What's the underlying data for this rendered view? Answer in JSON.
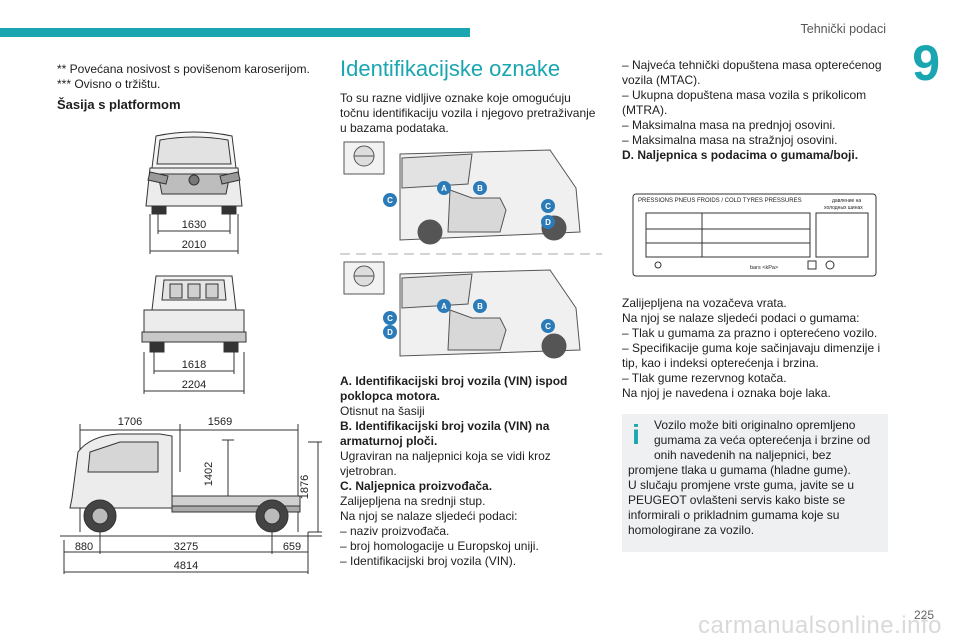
{
  "header": {
    "title": "Tehnički podaci",
    "chapter": "9"
  },
  "col1": {
    "note1": "** Povećana nosivost s povišenom karoserijom.",
    "note2": "*** Ovisno o tržištu.",
    "heading": "Šasija s platformom",
    "fig_front": {
      "dim1": "1630",
      "dim2": "2010"
    },
    "fig_rear": {
      "dim1": "1618",
      "dim2": "2204"
    },
    "fig_side": {
      "top1": "1706",
      "top2": "1569",
      "height1": "1402",
      "height2": "1876",
      "bottom1": "880",
      "bottom2": "3275",
      "bottom3": "659",
      "total": "4814"
    }
  },
  "col2": {
    "title": "Identifikacijske oznake",
    "intro": "To su razne vidljive oznake koje omogućuju točnu identifikaciju vozila i njegovo pretraživanje u bazama podataka.",
    "markers": {
      "a": "A",
      "b": "B",
      "c": "C",
      "d": "D"
    },
    "lines": [
      {
        "text": "A. Identifikacijski broj vozila (VIN) ispod poklopca motora.",
        "bold": true
      },
      {
        "text": "Otisnut na šasiji",
        "bold": false
      },
      {
        "text": "B. Identifikacijski broj vozila (VIN) na armaturnoj ploči.",
        "bold": true
      },
      {
        "text": "Ugraviran na naljepnici koja se vidi kroz vjetrobran.",
        "bold": false
      },
      {
        "text": "C. Naljepnica proizvođača.",
        "bold": true
      },
      {
        "text": "Zalijepljena na srednji stup.",
        "bold": false
      },
      {
        "text": "Na njoj se nalaze sljedeći podaci:",
        "bold": false
      },
      {
        "text": "–  naziv proizvođača.",
        "bold": false
      },
      {
        "text": "–  broj homologacije u Europskoj uniji.",
        "bold": false
      },
      {
        "text": "–  Identifikacijski broj vozila (VIN).",
        "bold": false
      }
    ]
  },
  "col3": {
    "lines_top": [
      {
        "text": "–  Najveća tehnički dopuštena masa opterećenog vozila (MTAC).",
        "bold": false
      },
      {
        "text": "–  Ukupna dopuštena masa vozila s prikolicom (MTRA).",
        "bold": false
      },
      {
        "text": "–  Maksimalna masa na prednjoj osovini.",
        "bold": false
      },
      {
        "text": "–  Maksimalna masa na stražnjoj osovini.",
        "bold": false
      },
      {
        "text": "D. Naljepnica s podacima o gumama/boji.",
        "bold": true
      }
    ],
    "label": {
      "title": "PRESSIONS PNEUS FROIDS / COLD TYRES PRESSURES",
      "ru1": "давление на",
      "ru2": "холодных шинах",
      "units": "bars   <kPa>"
    },
    "lines_bottom": [
      "Zalijepljena na vozačeva vrata.",
      "Na njoj se nalaze sljedeći podaci o gumama:",
      "–  Tlak u gumama za prazno i opterećeno vozilo.",
      "–  Specifikacije guma koje sačinjavaju dimenzije i tip, kao i indeksi opterećenja i brzina.",
      "–  Tlak gume rezervnog kotača.",
      "Na njoj je navedena i oznaka boje laka."
    ],
    "info": "Vozilo može biti originalno opremljeno gumama za veća opterećenja i brzine od onih navedenih na naljepnici, bez promjene tlaka u gumama (hladne gume).\nU slučaju promjene vrste guma, javite se u PEUGEOT ovlašteni servis kako biste se informirali o prikladnim gumama koje su homologirane za vozilo."
  },
  "footer": {
    "page": "225",
    "watermark": "carmanualsonline.info"
  },
  "colors": {
    "accent": "#1aa6b0",
    "marker": "#2b7bb8"
  }
}
